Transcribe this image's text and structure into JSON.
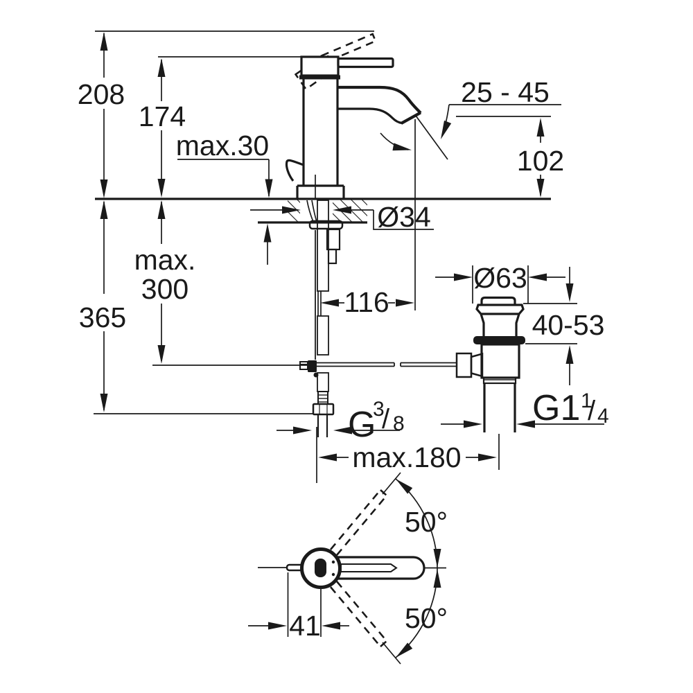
{
  "drawing": {
    "kind": "faucet installation technical drawing",
    "views": [
      "side elevation with mounting parts",
      "pop-up waste detail",
      "plan view of handle swing"
    ],
    "colors": {
      "line": "#1a1a1a",
      "background": "#ffffff"
    }
  },
  "labels": {
    "height_total": "208",
    "height_spout_top": "174",
    "deck_thickness_max": "max.30",
    "aerator_angle_range": "25 - 45",
    "outlet_height": "102",
    "mounting_hole_diameter": "Ø34",
    "hose_max_line1": "max.",
    "hose_max_line2": "300",
    "depth_below_total": "365",
    "spout_projection": "116",
    "waste_flange_diameter": "Ø63",
    "mounting_range": "40-53",
    "supply_thread_base": "G",
    "supply_thread_numerator": "3",
    "supply_thread_slash": "/",
    "supply_thread_denominator": "8",
    "waste_thread_base": "G1",
    "waste_thread_numerator": "1",
    "waste_thread_slash": "/",
    "waste_thread_denominator": "4",
    "rod_to_waste_distance": "max.180",
    "handle_swing_upper": "50°",
    "handle_swing_lower": "50°",
    "handle_rod_offset": "41"
  }
}
